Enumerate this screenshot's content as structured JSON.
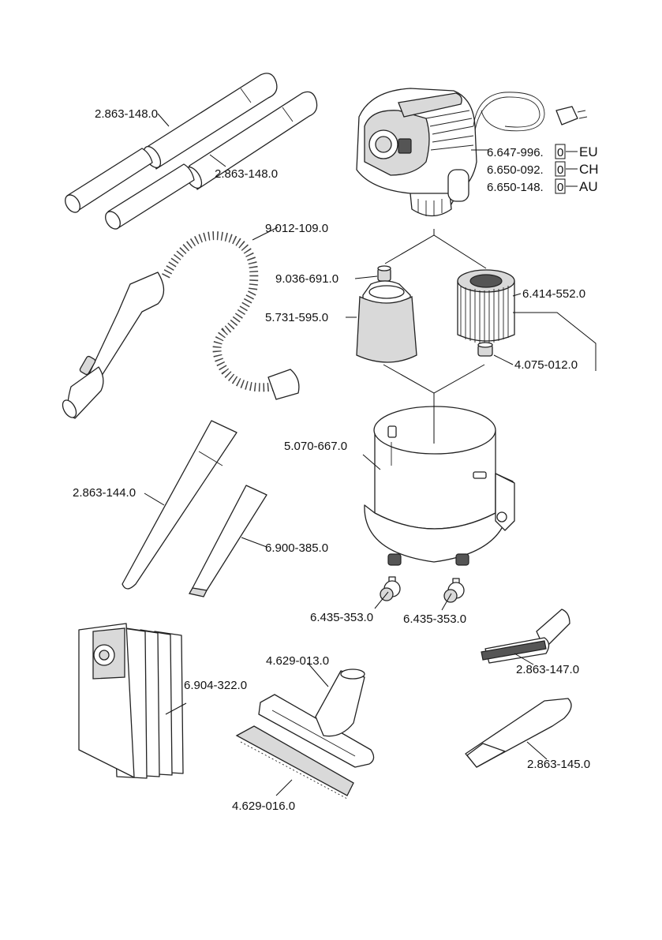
{
  "diagram": {
    "parts": {
      "tube_top": "2.863-148.0",
      "tube_bottom": "2.863-148.0",
      "hose": "9.012-109.0",
      "motor_head": {
        "variants": [
          {
            "number": "6.647-996.",
            "final_digit": "0",
            "region": "EU"
          },
          {
            "number": "6.650-092.",
            "final_digit": "0",
            "region": "CH"
          },
          {
            "number": "6.650-148.",
            "final_digit": "0",
            "region": "AU"
          }
        ]
      },
      "filter_cap": "9.036-691.0",
      "paper_filter": "5.731-595.0",
      "cartridge_filter": "6.414-552.0",
      "filter_nut": "4.075-012.0",
      "container": "5.070-667.0",
      "crevice_long": "2.863-144.0",
      "crevice_short": "6.900-385.0",
      "caster_left": "6.435-353.0",
      "caster_right": "6.435-353.0",
      "filter_bags": "6.904-322.0",
      "floor_nozzle": "4.629-013.0",
      "nozzle_insert": "4.629-016.0",
      "brush": "2.863-147.0",
      "upholstery_nozzle": "2.863-145.0"
    }
  }
}
